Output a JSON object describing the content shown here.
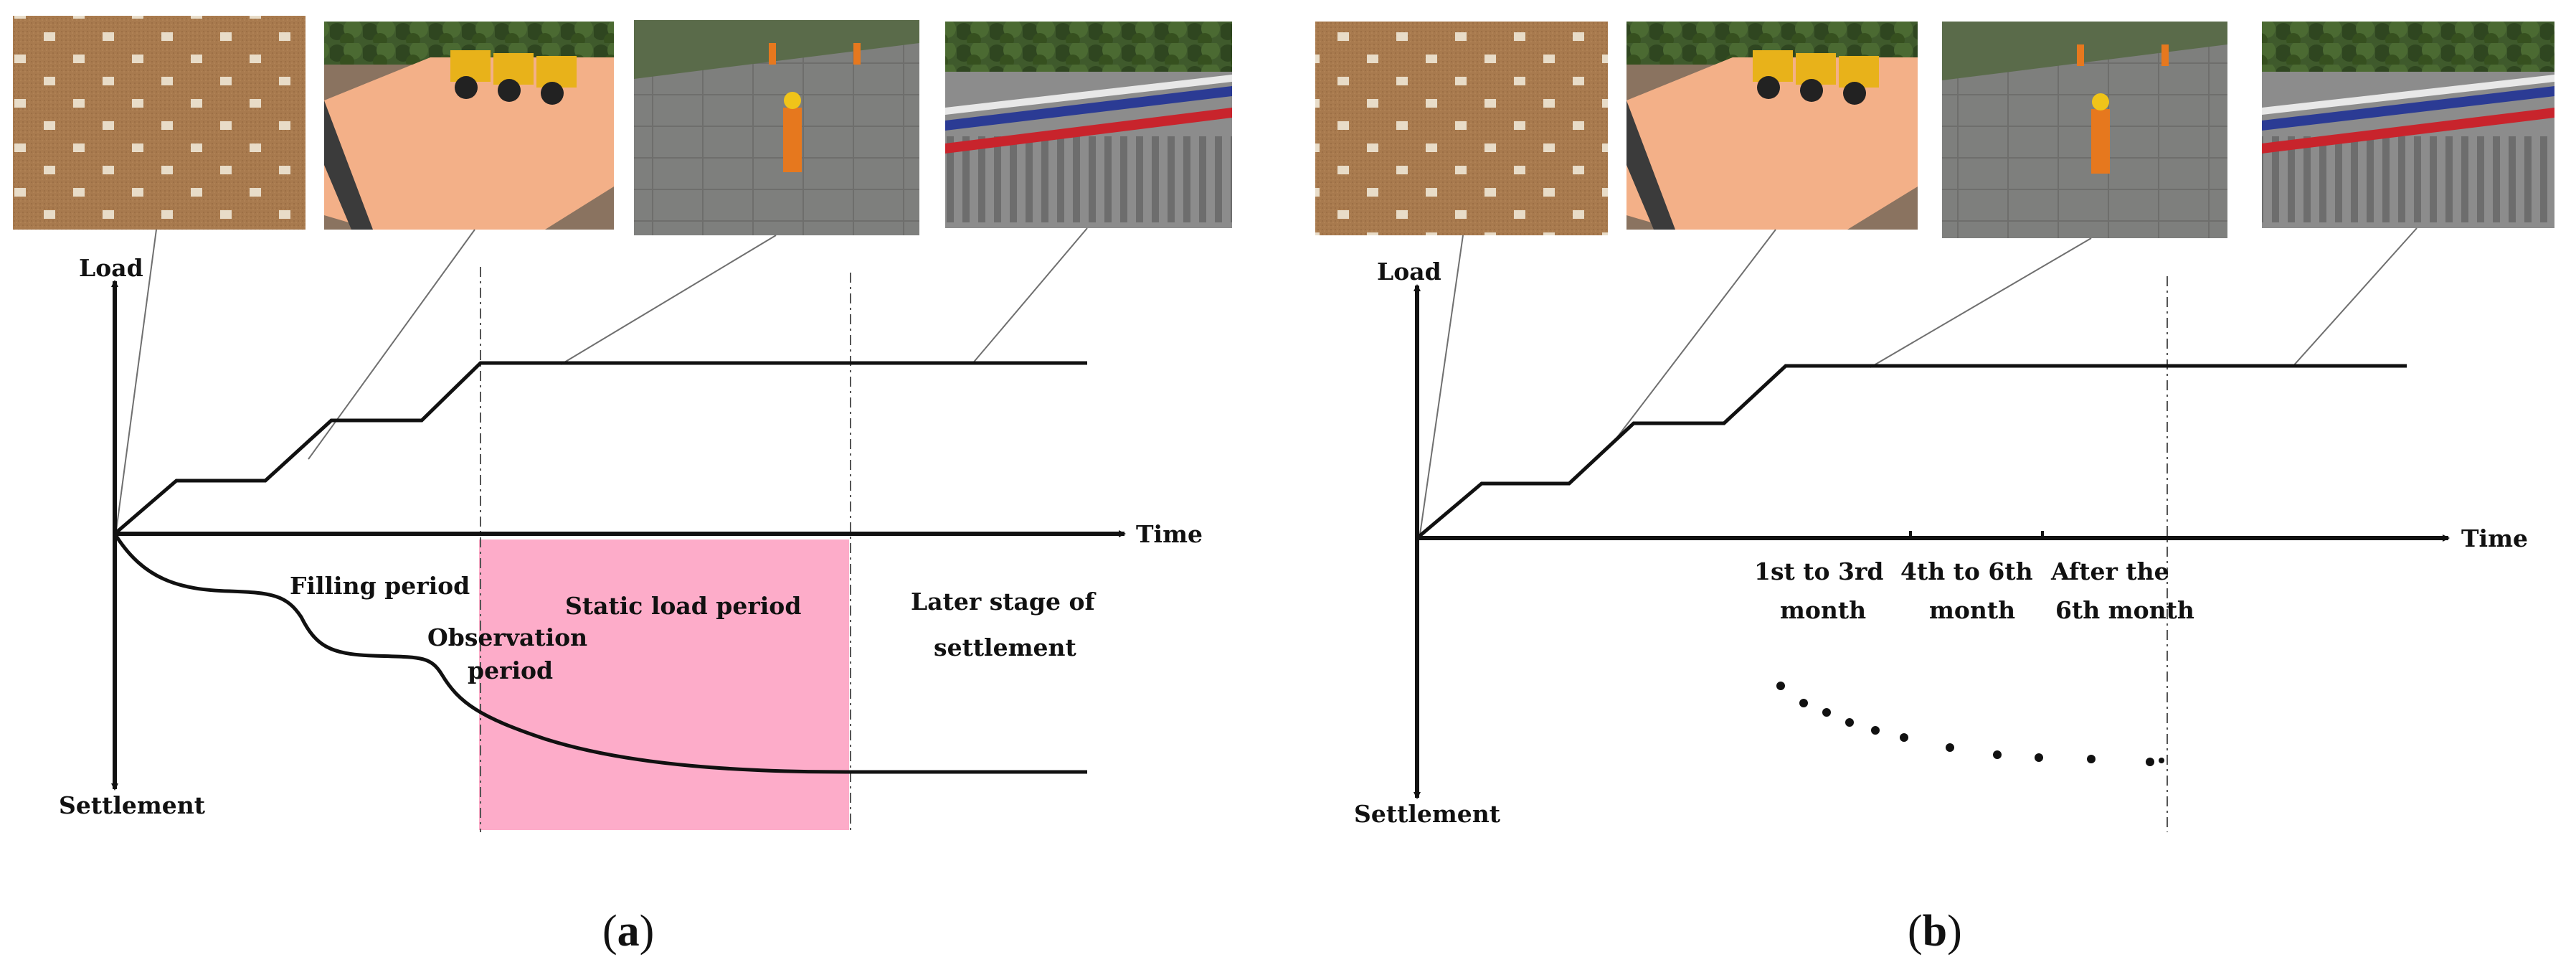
{
  "colors": {
    "ink": "#111111",
    "static_band": "#fdacc9",
    "guide_line": "#6f6f6f",
    "photo_soil": "#a87a4e",
    "photo_fill": "#f3b088",
    "photo_road": "#7e7f7d",
    "photo_vegetation": "#3f5a2c",
    "photo_rail_red": "#c8242c",
    "photo_rail_blue": "#2b3b94"
  },
  "panel_a": {
    "caption_open": "(",
    "caption_letter": "a",
    "caption_close": ")",
    "y_axis_top": "Load",
    "y_axis_bottom": "Settlement",
    "x_axis": "Time",
    "filling": "Filling period",
    "observation_1": "Observation",
    "observation_2": "period",
    "static_load": "Static load period",
    "later_1": "Later stage of",
    "later_2": "settlement",
    "thumbnails": [
      {
        "scene": "soil-foundation-with-markers"
      },
      {
        "scene": "rollers-compacting-fill"
      },
      {
        "scene": "workers-surveying-pavement"
      },
      {
        "scene": "track-on-embankment"
      }
    ]
  },
  "panel_b": {
    "caption_open": "(",
    "caption_letter": "b",
    "caption_close": ")",
    "y_axis_top": "Load",
    "y_axis_bottom": "Settlement",
    "x_axis": "Time",
    "t1_1": "1st to 3rd",
    "t1_2": "month",
    "t2_1": "4th to 6th",
    "t2_2": "month",
    "t3_1": "After the",
    "t3_2": "6th month",
    "thumbnails": [
      {
        "scene": "soil-foundation-with-markers"
      },
      {
        "scene": "rollers-compacting-fill"
      },
      {
        "scene": "workers-surveying-pavement"
      },
      {
        "scene": "track-on-embankment"
      }
    ]
  }
}
